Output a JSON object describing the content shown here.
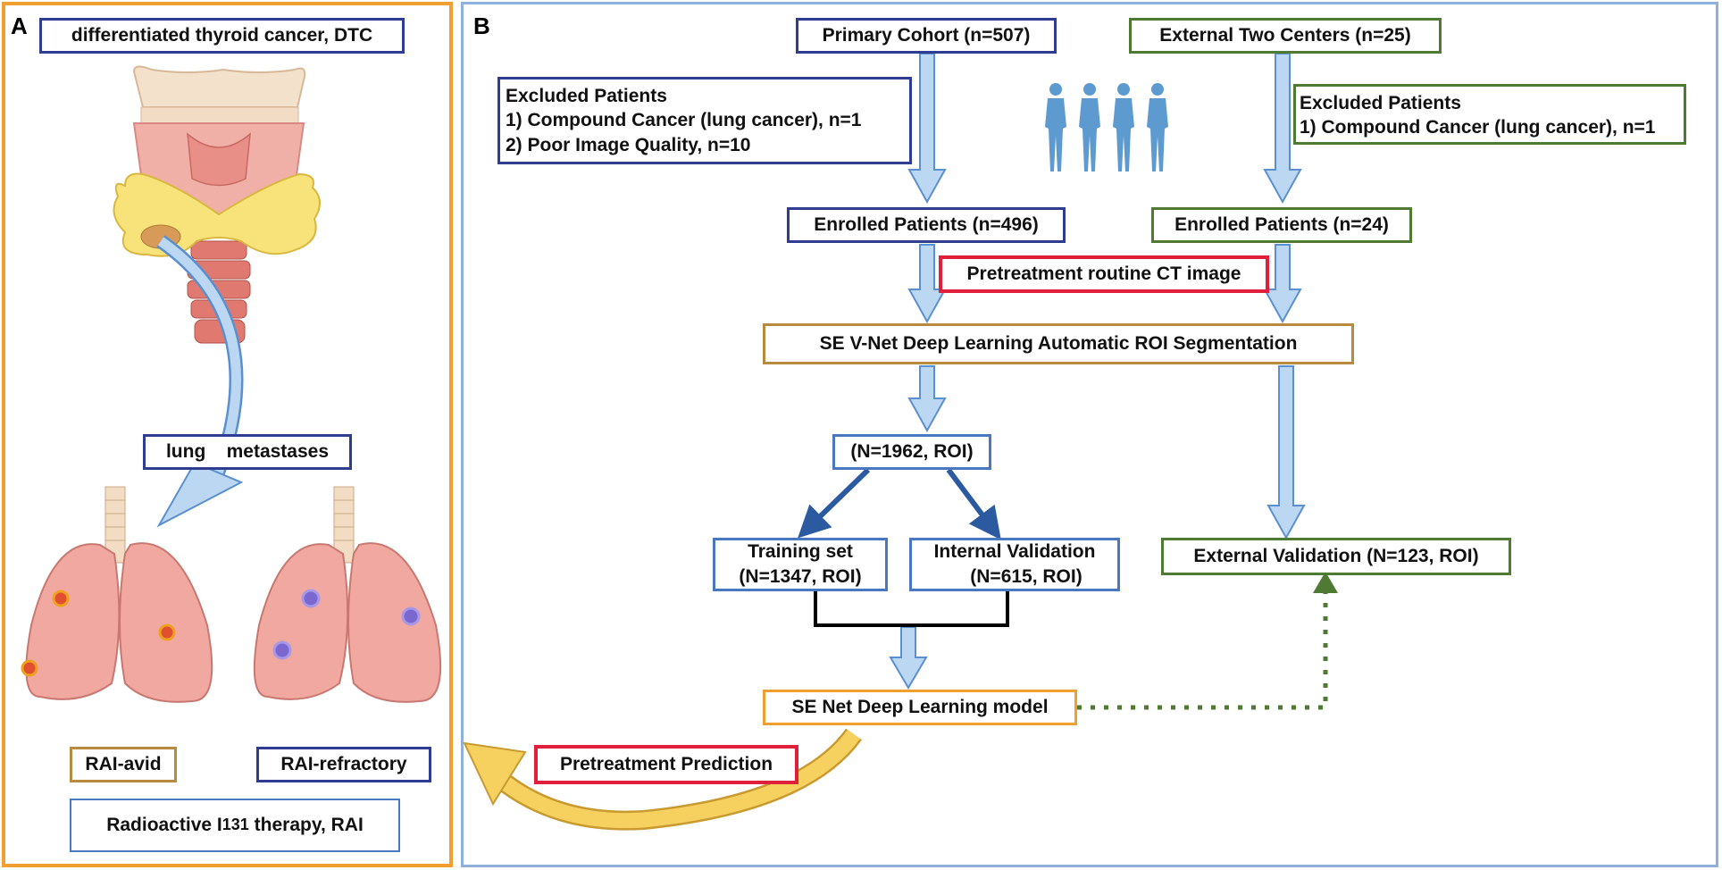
{
  "panel_a": {
    "label": "A",
    "title": "differentiated thyroid cancer, DTC",
    "metastases_label": "lung    metastases",
    "rai_avid": "RAI-avid",
    "rai_refractory": "RAI-refractory",
    "therapy": {
      "prefix": "Radioactive I",
      "superscript": "131",
      "suffix": " therapy, RAI"
    }
  },
  "panel_b": {
    "label": "B",
    "primary_cohort": "Primary Cohort (n=507)",
    "external_centers": "External Two Centers (n=25)",
    "excluded_primary": {
      "title": "Excluded Patients",
      "items": [
        "1) Compound Cancer (lung cancer), n=1",
        "2) Poor Image Quality, n=10"
      ]
    },
    "excluded_external": {
      "title": "Excluded Patients",
      "items": [
        "1) Compound Cancer (lung cancer), n=1"
      ]
    },
    "enrolled_primary": "Enrolled Patients (n=496)",
    "enrolled_external": "Enrolled Patients (n=24)",
    "ct_image": "Pretreatment routine CT image",
    "segmentation": "SE V-Net Deep Learning Automatic ROI Segmentation",
    "roi_total": "(N=1962, ROI)",
    "training": {
      "line1": "Training set",
      "line2": "(N=1347, ROI)"
    },
    "internal_validation": {
      "line1": "Internal Validation",
      "line2": "(N=615, ROI)"
    },
    "external_validation": "External Validation (N=123, ROI)",
    "model": "SE Net Deep Learning model",
    "prediction": "Pretreatment Prediction"
  },
  "colors": {
    "panel_a_border": "#f0a030",
    "panel_b_border": "#8fb0d8",
    "arrow_fill": "#bcd7f2",
    "arrow_stroke": "#5a8fd0",
    "dark_arrow": "#2b5aa0",
    "dotted_green": "#4e7a34",
    "curve_arrow": "#f6d160"
  },
  "icons": [
    "thyroid-illustration",
    "lungs-avid-illustration",
    "lungs-refractory-illustration",
    "people-icon"
  ]
}
